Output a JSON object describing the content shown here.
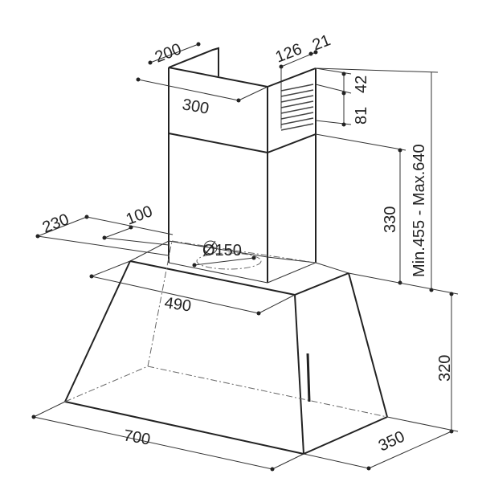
{
  "title": "Range hood dimension drawing",
  "dimensions": {
    "chimney_depth": "200",
    "chimney_width": "300",
    "outlet_offset_side": "126",
    "outlet_offset_edge": "21",
    "grille_top": "42",
    "grille_height": "81",
    "chimney_lower": "330",
    "chimney_range": "Min.455 - Max.640",
    "outlet_from_wall": "230",
    "outlet_offset": "100",
    "outlet_diameter": "Ø150",
    "top_width": "490",
    "hood_height": "320",
    "hood_width": "700",
    "hood_depth": "350"
  },
  "colors": {
    "line": "#222222",
    "background": "#ffffff"
  }
}
